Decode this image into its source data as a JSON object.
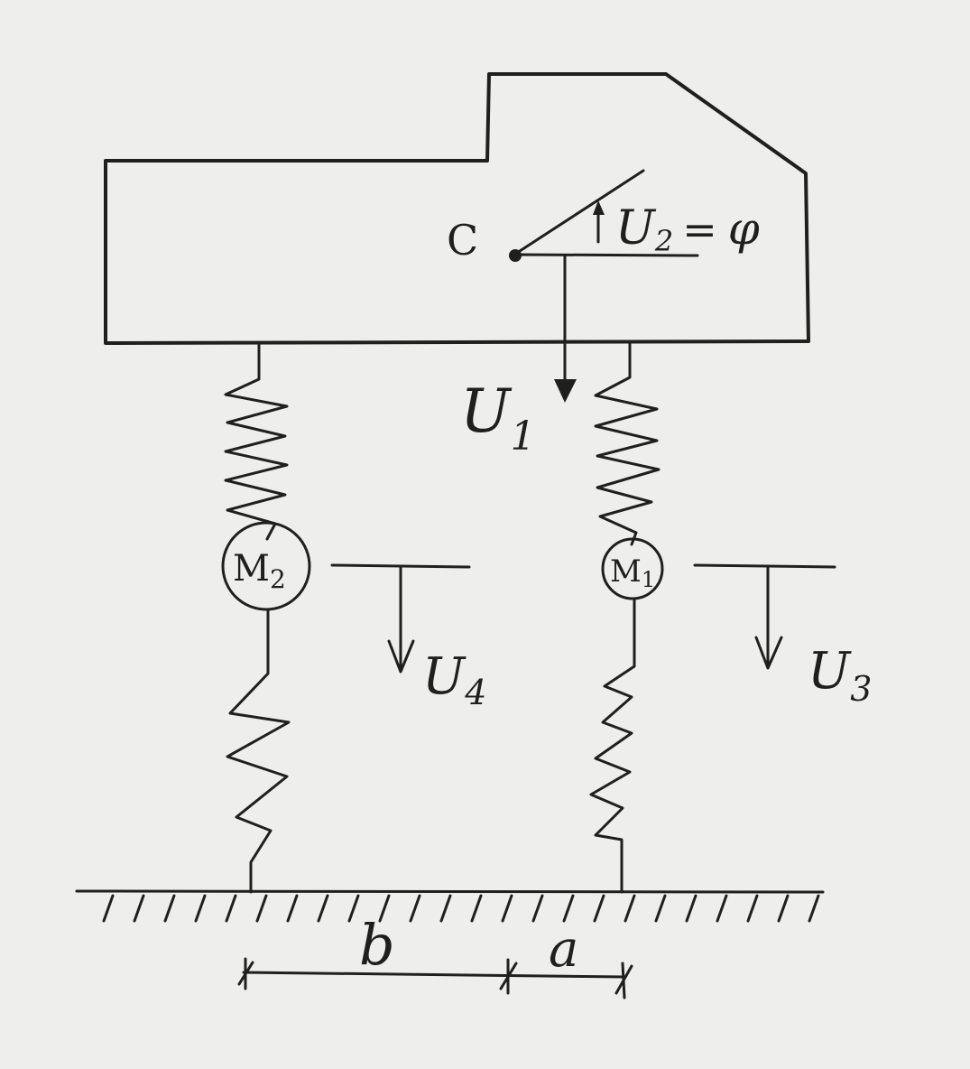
{
  "labels": {
    "center": "C",
    "u1_main": "U",
    "u1_sub": "1",
    "u2_main": "U",
    "u2_sub": "2",
    "u2_eq": "=",
    "u2_phi": "φ",
    "u3_main": "U",
    "u3_sub": "3",
    "u4_main": "U",
    "u4_sub": "4",
    "m1_main": "M",
    "m1_sub": "1",
    "m2_main": "M",
    "m2_sub": "2",
    "dim_b": "b",
    "dim_a": "a"
  },
  "colors": {
    "ink": "#1f1f1f",
    "paper": "#eeeeec"
  }
}
